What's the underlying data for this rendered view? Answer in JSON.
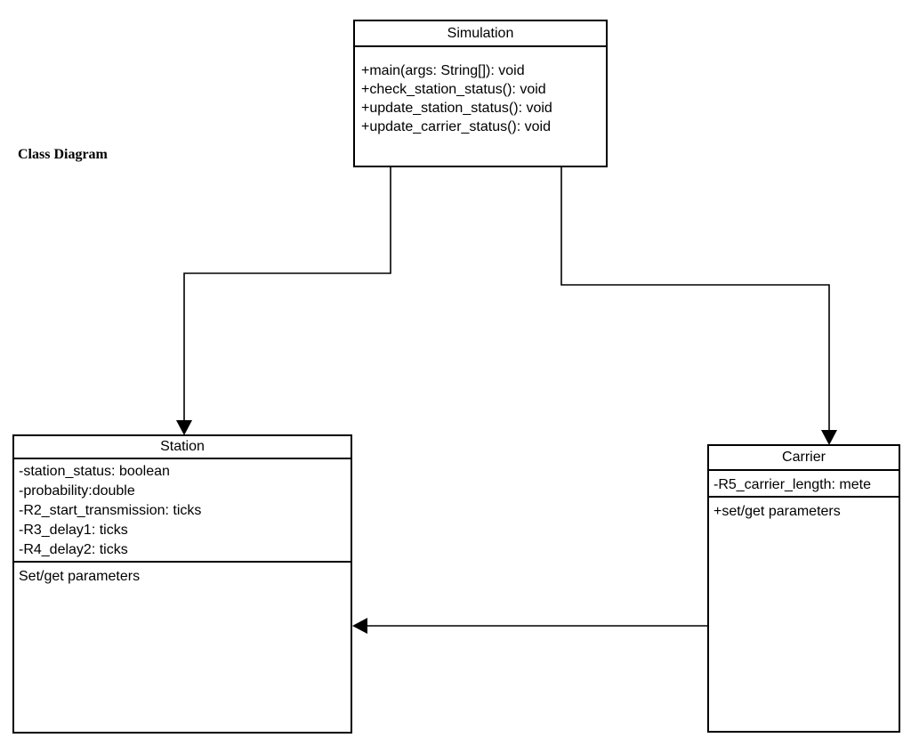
{
  "diagram": {
    "label": "Class Diagram"
  },
  "classes": {
    "simulation": {
      "title": "Simulation",
      "methods": [
        "+main(args: String[]): void",
        "+check_station_status(): void",
        "+update_station_status(): void",
        "+update_carrier_status(): void"
      ]
    },
    "station": {
      "title": "Station",
      "attributes": [
        "-station_status: boolean",
        "-probability:double",
        "-R2_start_transmission: ticks",
        "-R3_delay1: ticks",
        "-R4_delay2: ticks"
      ],
      "methods": [
        "Set/get parameters"
      ]
    },
    "carrier": {
      "title": "Carrier",
      "attributes": [
        "-R5_carrier_length: mete"
      ],
      "methods": [
        "+set/get parameters"
      ]
    }
  },
  "connectors": [
    {
      "name": "simulation-to-station",
      "type": "directed-arrow"
    },
    {
      "name": "simulation-to-carrier",
      "type": "directed-arrow"
    },
    {
      "name": "carrier-to-station",
      "type": "directed-arrow"
    }
  ],
  "colors": {
    "line": "#000000",
    "background": "#ffffff",
    "text": "#000000"
  }
}
